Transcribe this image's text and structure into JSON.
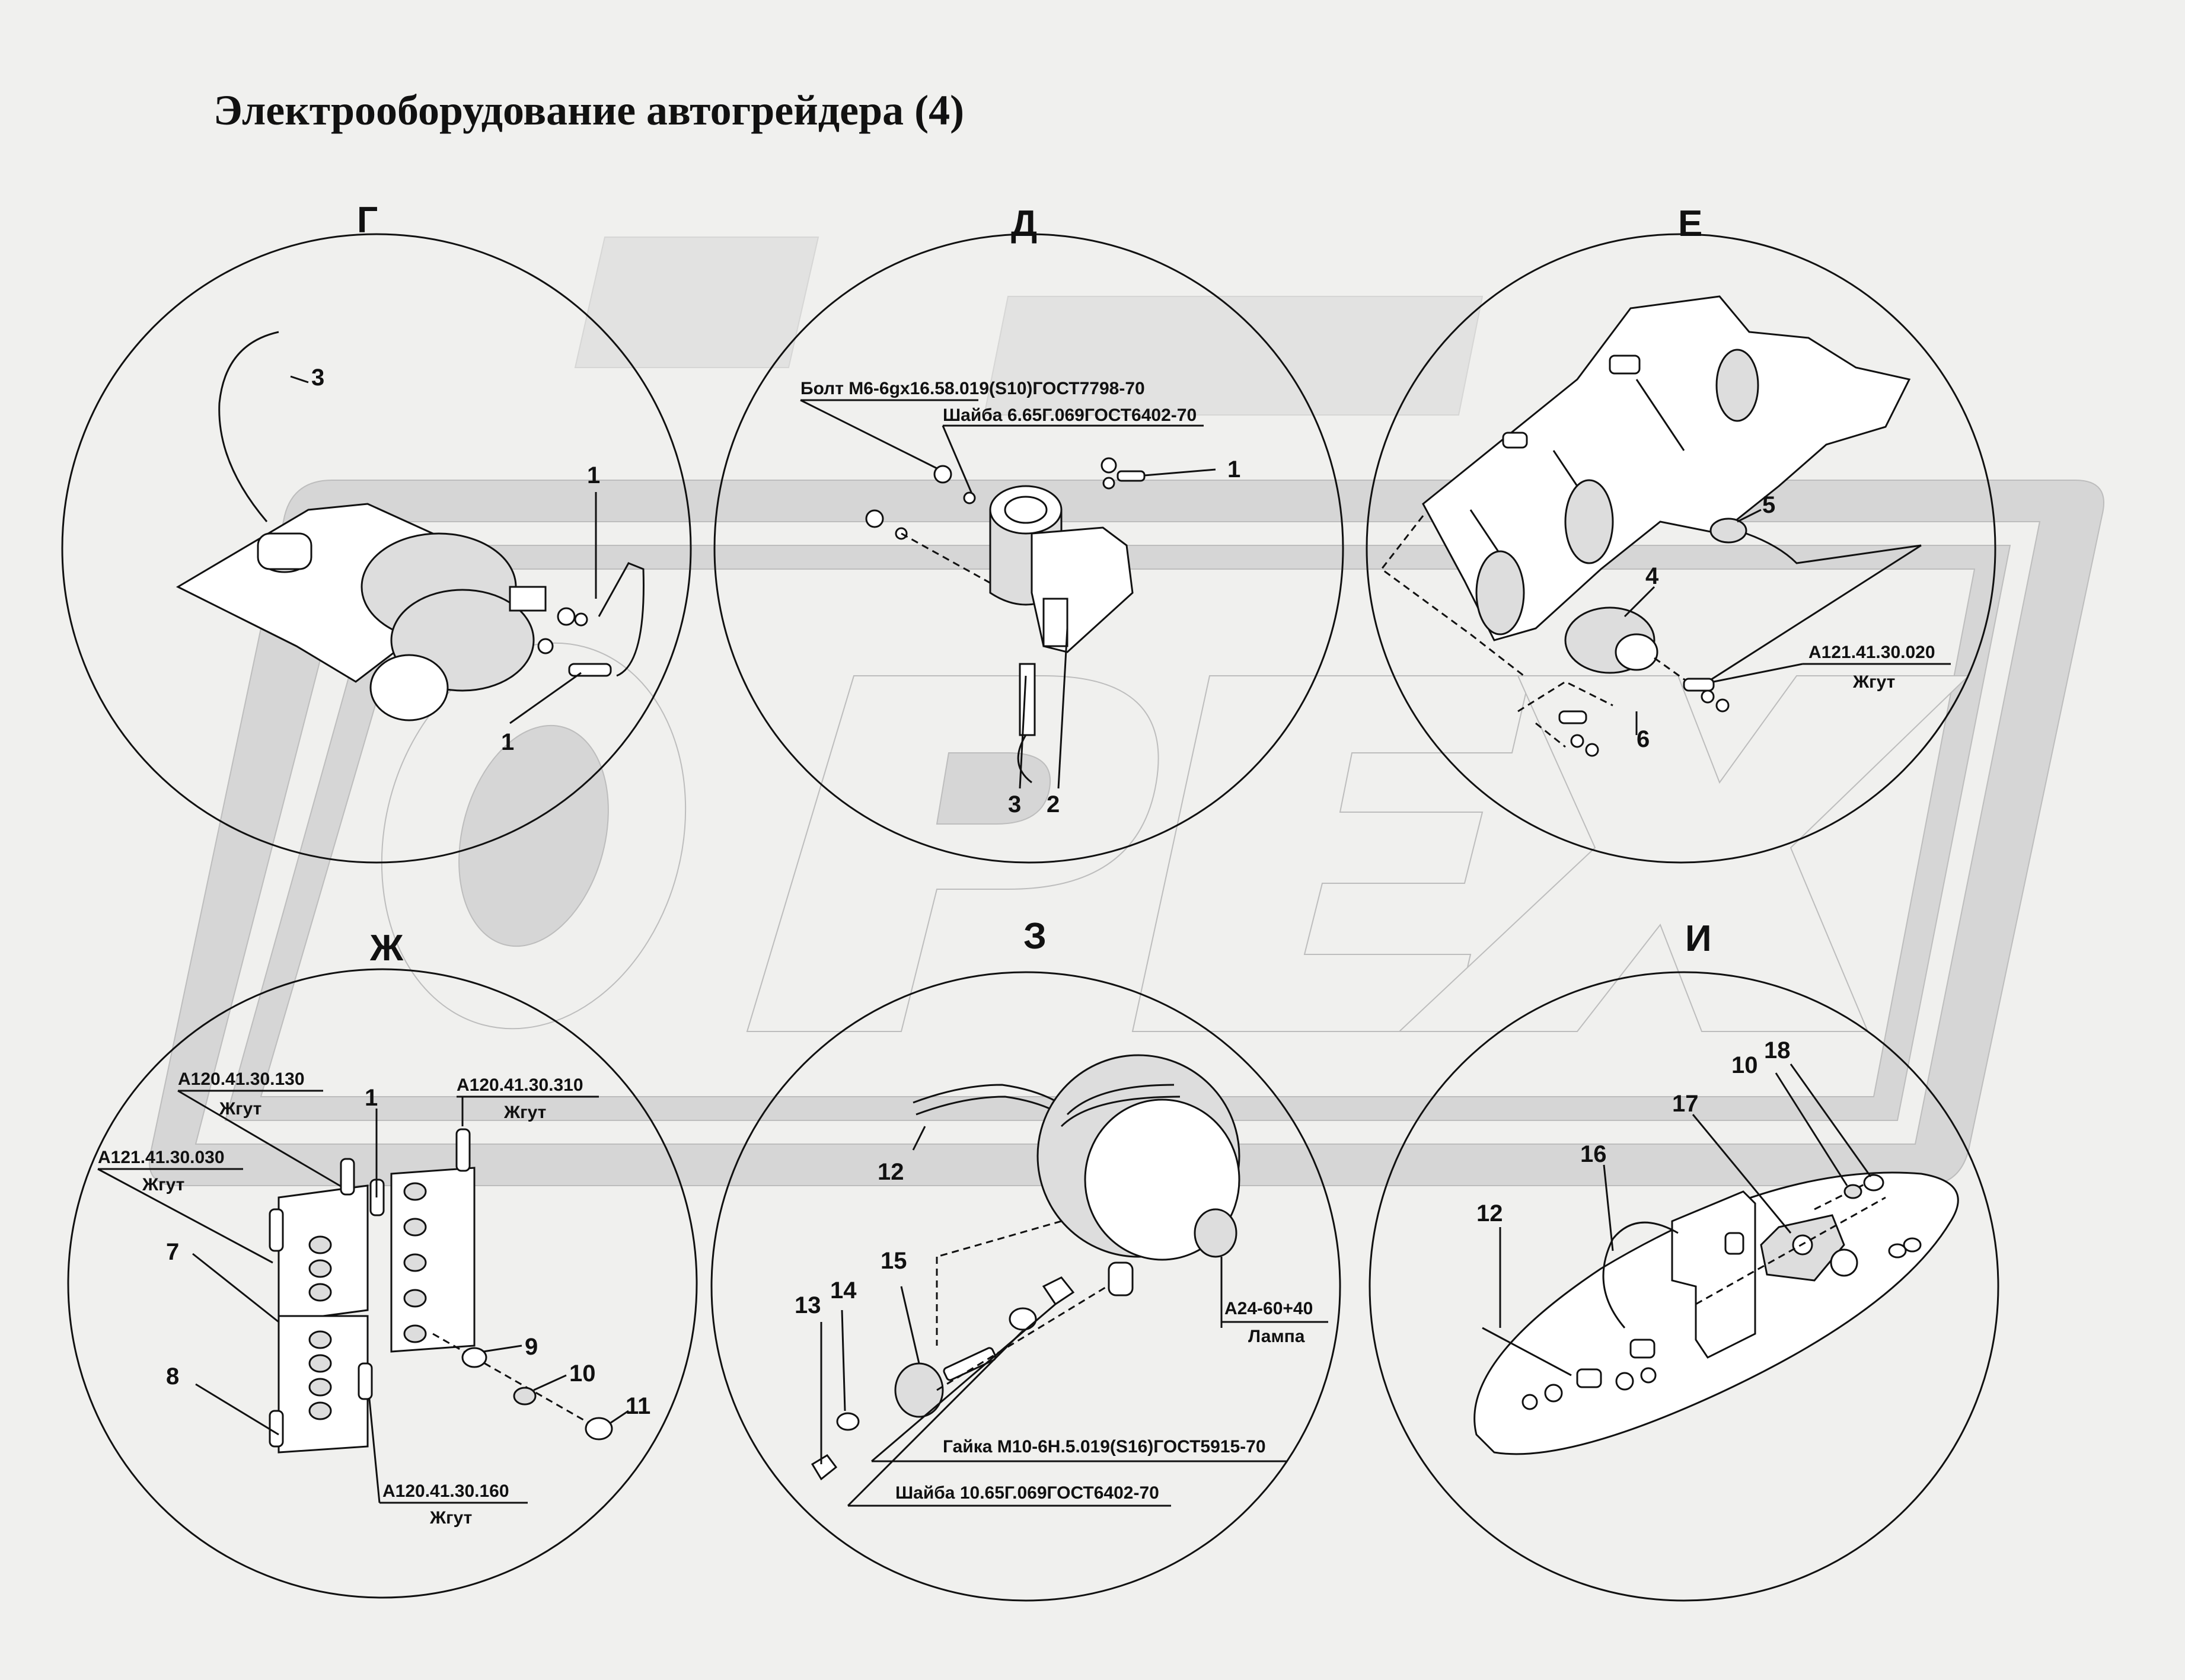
{
  "title": "Электрооборудование автогрейдера (4)",
  "watermark": "OPEX",
  "sections": {
    "g": {
      "letter": "Г",
      "callouts": [
        "3",
        "1",
        "1"
      ]
    },
    "d": {
      "letter": "Д",
      "callouts": [
        "1",
        "3",
        "2"
      ],
      "labels": [
        "Болт М6-6gx16.58.019(S10)ГОСТ7798-70",
        "Шайба 6.65Г.069ГОСТ6402-70"
      ]
    },
    "e": {
      "letter": "Е",
      "callouts": [
        "5",
        "4",
        "6"
      ],
      "harness": {
        "code": "А121.41.30.020",
        "name": "Жгут"
      }
    },
    "zh": {
      "letter": "Ж",
      "callouts": [
        "1",
        "7",
        "8",
        "9",
        "10",
        "11"
      ],
      "harnesses": [
        {
          "code": "А120.41.30.130",
          "name": "Жгут"
        },
        {
          "code": "А121.41.30.030",
          "name": "Жгут"
        },
        {
          "code": "А120.41.30.310",
          "name": "Жгут"
        },
        {
          "code": "А120.41.30.160",
          "name": "Жгут"
        }
      ]
    },
    "z": {
      "letter": "З",
      "callouts": [
        "12",
        "15",
        "13",
        "14"
      ],
      "lamp": {
        "code": "А24-60+40",
        "name": "Лампа"
      },
      "labels": [
        "Гайка М10-6Н.5.019(S16)ГОСТ5915-70",
        "Шайба 10.65Г.069ГОСТ6402-70"
      ]
    },
    "i": {
      "letter": "И",
      "callouts": [
        "10",
        "18",
        "17",
        "16",
        "12"
      ]
    }
  },
  "colors": {
    "background": "#f0f0ee",
    "ink": "#111111",
    "watermark": "#d6d6d6"
  }
}
